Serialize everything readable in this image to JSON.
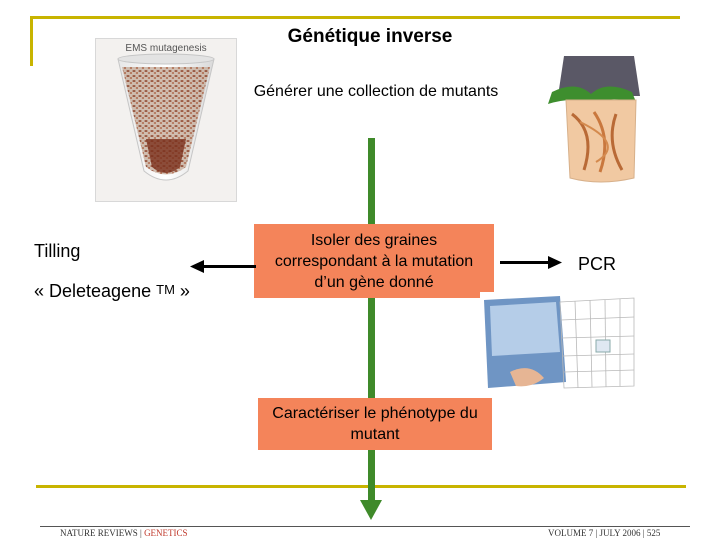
{
  "title": "Génétique inverse",
  "step1": "Générer une collection de mutants",
  "step2": "Isoler des graines correspondant à la mutation d’un gène donné",
  "step3": "Caractériser le phénotype du mutant",
  "left_methods": {
    "tilling": "Tilling",
    "deleteagene_prefix": "« Deleteagene",
    "deleteagene_tm": "TM",
    "deleteagene_suffix": "»"
  },
  "right_method": "PCR",
  "images": {
    "ems_caption": "EMS mutagenesis"
  },
  "footer": {
    "journal_left": "NATURE REVIEWS",
    "journal_separator": "|",
    "journal_right": "GENETICS",
    "issue": "VOLUME 7 | JULY 2006 | 525"
  },
  "colors": {
    "accent_olive": "#c8b400",
    "arrow_green": "#3f8a2a",
    "box_orange": "#f4845a"
  }
}
